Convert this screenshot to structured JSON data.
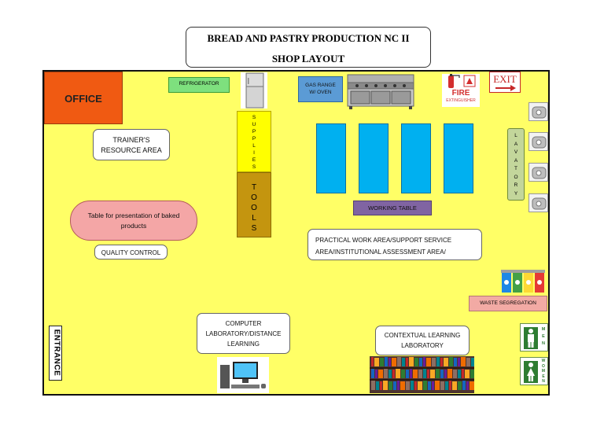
{
  "title": {
    "line1": "BREAD AND PASTRY PRODUCTION NC II",
    "line2": "SHOP LAYOUT"
  },
  "rooms": {
    "office": "OFFICE",
    "refrigerator": "REFRIGERATOR",
    "trainer": [
      "TRAINER'S",
      "RESOURCE AREA"
    ],
    "supplies_letters": [
      "S",
      "U",
      "P",
      "P",
      "L",
      "I",
      "E",
      "S"
    ],
    "tools_letters": [
      "T",
      "O",
      "O",
      "L",
      "S"
    ],
    "gas_range": [
      "GAS RANGE",
      "W/ OVEN"
    ],
    "exit": "EXIT",
    "fire": [
      "FIRE",
      "EXTINGUISHER"
    ],
    "working_table": "WORKING TABLE",
    "lavatory_letters": [
      "L",
      "A",
      "V",
      "A",
      "T",
      "O",
      "R",
      "Y"
    ],
    "presentation_table": [
      "Table for presentation of baked",
      "products"
    ],
    "quality_control": "QUALITY CONTROL",
    "practical_area": [
      "PRACTICAL WORK AREA/SUPPORT SERVICE",
      "AREA/INSTITUTIONAL ASSESSMENT AREA/"
    ],
    "waste": "WASTE SEGREGATION",
    "computer_lab": [
      "COMPUTER",
      "LABORATORY/DISTANCE",
      "LEARNING"
    ],
    "contextual_lab": [
      "CONTEXTUAL LEARNING",
      "LABORATORY"
    ],
    "entrance": "ENTRANCE",
    "men_letters": [
      "M",
      "E",
      "N"
    ],
    "women_letters": [
      "W",
      "O",
      "M",
      "E",
      "N"
    ]
  },
  "colors": {
    "floor": "#ffff66",
    "office": "#f05a12",
    "working_table": "#00b0f0",
    "working_table_label": "#8064a2",
    "supplies": "#ffff00",
    "tools": "#c4950f",
    "presentation_table": "#f4a6a6",
    "gas_range": "#5b9bd5",
    "refrigerator": "#7ee07e",
    "lavatory": "#c3d69b",
    "waste": "#f2aaa4"
  },
  "icons": [
    "fridge-icon",
    "oven-icon",
    "fire-extinguisher-icon",
    "exit-sign-icon",
    "sink-icon",
    "recycle-bins-icon",
    "men-restroom-icon",
    "women-restroom-icon",
    "bookshelf-icon",
    "computer-icon"
  ]
}
